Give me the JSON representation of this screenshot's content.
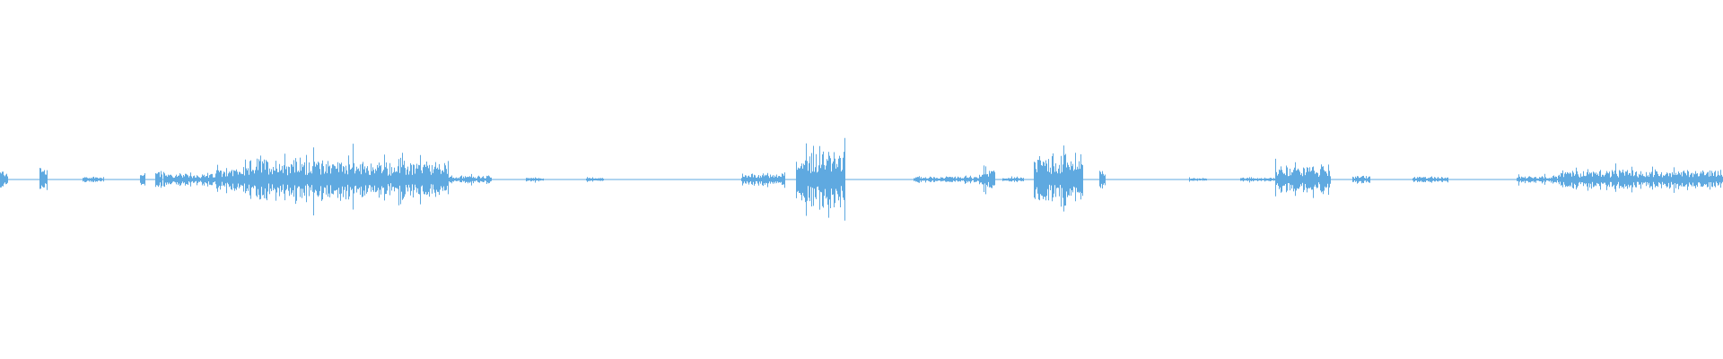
{
  "waveform": {
    "label": "audio-waveform",
    "color": "#5fa9e0",
    "background": "#ffffff",
    "segments": [
      {
        "start": 0.0,
        "end": 0.004,
        "amplitude": 0.05
      },
      {
        "start": 0.023,
        "end": 0.027,
        "amplitude": 0.06
      },
      {
        "start": 0.048,
        "end": 0.06,
        "amplitude": 0.015
      },
      {
        "start": 0.081,
        "end": 0.084,
        "amplitude": 0.05
      },
      {
        "start": 0.09,
        "end": 0.094,
        "amplitude": 0.05
      },
      {
        "start": 0.095,
        "end": 0.125,
        "amplitude": 0.03
      },
      {
        "start": 0.125,
        "end": 0.145,
        "amplitude": 0.06
      },
      {
        "start": 0.145,
        "end": 0.205,
        "amplitude": 0.11
      },
      {
        "start": 0.205,
        "end": 0.26,
        "amplitude": 0.09
      },
      {
        "start": 0.26,
        "end": 0.285,
        "amplitude": 0.02
      },
      {
        "start": 0.305,
        "end": 0.315,
        "amplitude": 0.01
      },
      {
        "start": 0.34,
        "end": 0.35,
        "amplitude": 0.01
      },
      {
        "start": 0.43,
        "end": 0.455,
        "amplitude": 0.03
      },
      {
        "start": 0.462,
        "end": 0.49,
        "amplitude": 0.14
      },
      {
        "start": 0.53,
        "end": 0.57,
        "amplitude": 0.015
      },
      {
        "start": 0.568,
        "end": 0.577,
        "amplitude": 0.05
      },
      {
        "start": 0.582,
        "end": 0.594,
        "amplitude": 0.01
      },
      {
        "start": 0.6,
        "end": 0.628,
        "amplitude": 0.13
      },
      {
        "start": 0.638,
        "end": 0.641,
        "amplitude": 0.05
      },
      {
        "start": 0.69,
        "end": 0.7,
        "amplitude": 0.008
      },
      {
        "start": 0.72,
        "end": 0.74,
        "amplitude": 0.01
      },
      {
        "start": 0.74,
        "end": 0.772,
        "amplitude": 0.07
      },
      {
        "start": 0.785,
        "end": 0.795,
        "amplitude": 0.02
      },
      {
        "start": 0.82,
        "end": 0.84,
        "amplitude": 0.015
      },
      {
        "start": 0.88,
        "end": 0.905,
        "amplitude": 0.02
      },
      {
        "start": 0.905,
        "end": 1.0,
        "amplitude": 0.05
      }
    ]
  }
}
